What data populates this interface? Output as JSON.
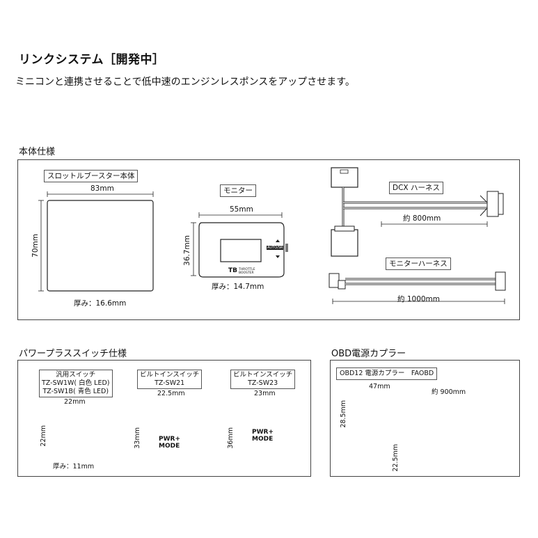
{
  "header": {
    "title": "リンクシステム［開発中］",
    "subtitle": "ミニコンと連携させることで低中速のエンジンレスポンスをアップさせます。"
  },
  "body_spec": {
    "section": "本体仕様",
    "booster": {
      "label": "スロットルブースター本体",
      "width": "83mm",
      "height": "70mm",
      "thickness": "厚み：16.6mm"
    },
    "monitor": {
      "label": "モニター",
      "width": "55mm",
      "height": "36.7mm",
      "thickness": "厚み：14.7mm",
      "button_text": "AUTO/SR",
      "logo": "TB",
      "logo_sub": "THROTTLE BOOSTER"
    },
    "dcx_harness": {
      "label": "DCX ハーネス",
      "length": "約 800mm"
    },
    "monitor_harness": {
      "label": "モニターハーネス",
      "length": "約 1000mm"
    }
  },
  "power_switch": {
    "section": "パワープラススイッチ仕様",
    "general": {
      "label_line1": "汎用スイッチ",
      "label_line2": "TZ-SW1W( 白色 LED)",
      "label_line3": "TZ-SW1B( 青色 LED)",
      "width": "22mm",
      "height": "22mm",
      "thickness": "厚み：11mm"
    },
    "builtin21": {
      "label_line1": "ビルトインスイッチ",
      "label_line2": "TZ-SW21",
      "width": "22.5mm",
      "height": "33mm"
    },
    "builtin23": {
      "label_line1": "ビルトインスイッチ",
      "label_line2": "TZ-SW23",
      "width": "23mm",
      "height": "36mm"
    },
    "button_text_1": "PWR+",
    "button_text_2": "MODE"
  },
  "obd": {
    "section": "OBD電源カプラー",
    "label": "OBD12 電源カプラー　FAOBD",
    "width": "47mm",
    "height": "28.5mm",
    "cable_length": "約 900mm",
    "connector_height": "22.5mm"
  }
}
